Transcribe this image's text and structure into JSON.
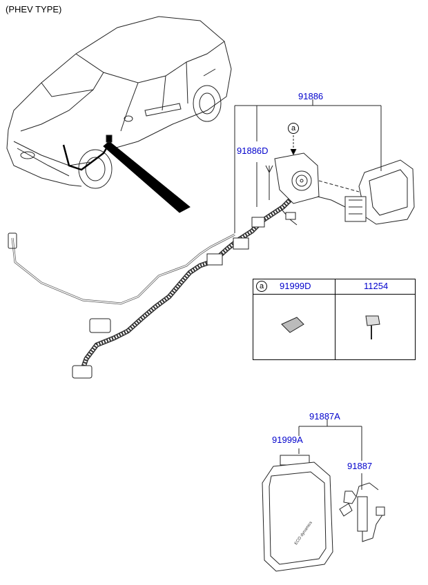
{
  "title": "(PHEV TYPE)",
  "callout": "a",
  "parts": {
    "p91886": "91886",
    "p91886D": "91886D",
    "p91887A": "91887A",
    "p91999A": "91999A",
    "p91887": "91887"
  },
  "table": {
    "col1_marker": "a",
    "col1_part": "91999D",
    "col2_part": "11254"
  },
  "bag_text": "ECO dynamics"
}
